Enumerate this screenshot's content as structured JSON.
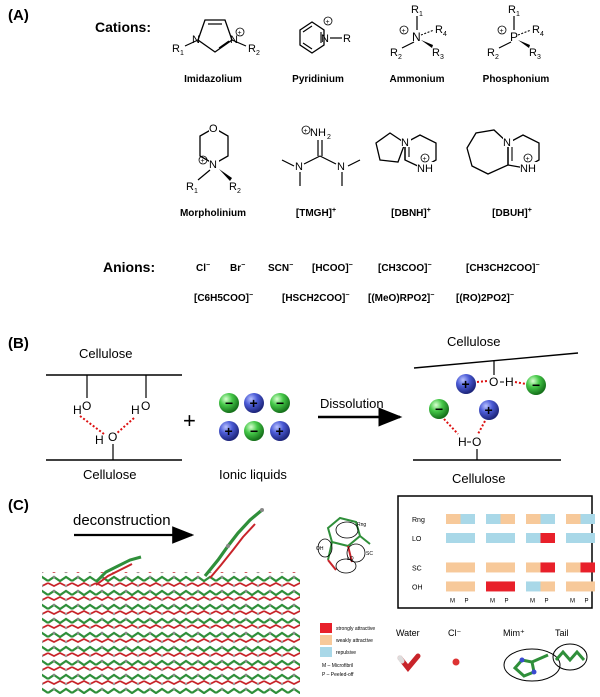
{
  "panel_a": {
    "label": "(A)",
    "cations_heading": "Cations:",
    "cations": [
      {
        "name": "Imidazolium",
        "atoms": {
          "r1": "R",
          "r1s": "1",
          "n1": "N",
          "n3": "N",
          "plus": "+",
          "r2": "R",
          "r2s": "2"
        }
      },
      {
        "name": "Pyridinium",
        "atoms": {
          "n": "N",
          "plus": "+",
          "r": "R"
        }
      },
      {
        "name": "Ammonium",
        "atoms": {
          "n": "N",
          "plus": "+",
          "r1": "R",
          "r1s": "1",
          "r2": "R",
          "r2s": "2",
          "r3": "R",
          "r3s": "3",
          "r4": "R",
          "r4s": "4"
        }
      },
      {
        "name": "Phosphonium",
        "atoms": {
          "p": "P",
          "plus": "+",
          "r1": "R",
          "r1s": "1",
          "r2": "R",
          "r2s": "2",
          "r3": "R",
          "r3s": "3",
          "r4": "R",
          "r4s": "4"
        }
      },
      {
        "name": "Morpholinium",
        "atoms": {
          "o": "O",
          "n": "N",
          "plus": "+",
          "r1": "R",
          "r1s": "1",
          "r2": "R",
          "r2s": "2"
        }
      },
      {
        "name": "[TMGH]",
        "sup": "+",
        "atoms": {
          "nh2": "NH",
          "nh2s": "2",
          "plus": "+",
          "n1": "N",
          "n2": "N"
        }
      },
      {
        "name": "[DBNH]",
        "sup": "+",
        "atoms": {
          "n": "N",
          "nh": "NH",
          "plus": "+"
        }
      },
      {
        "name": "[DBUH]",
        "sup": "+",
        "atoms": {
          "n": "N",
          "nh": "NH",
          "plus": "+"
        }
      }
    ],
    "anions_heading": "Anions:",
    "anions_row1": [
      "Cl",
      "Br",
      "SCN",
      "[HCOO]",
      "[CH3COO]",
      "[CH3CH2COO]"
    ],
    "anions_row2": [
      "[C6H5COO]",
      "[HSCH2COO]",
      "[(MeO)RPO2]",
      "[(RO)2PO2]"
    ],
    "anion_sup": "−"
  },
  "panel_b": {
    "label": "(B)",
    "cellulose_top": "Cellulose",
    "cellulose_bottom": "Cellulose",
    "cellulose_right_top": "Cellulose",
    "cellulose_right_bottom": "Cellulose",
    "ionic_liquids": "Ionic liquids",
    "dissolution": "Dissolution",
    "plus": "+",
    "atom_h": "H",
    "atom_o": "O",
    "ion_plus": "+",
    "ion_minus": "−",
    "colors": {
      "cation": "#4455cc",
      "anion": "#3fbf3f",
      "hbond": "#dd1111"
    }
  },
  "panel_c": {
    "label": "(C)",
    "deconstruction": "deconstruction",
    "matrix": {
      "rows": [
        "Rng",
        "LO",
        "SC",
        "OH"
      ],
      "columns": [
        "Water",
        "Cl⁻",
        "Mim⁺",
        "Tail"
      ],
      "sub_columns": [
        "M",
        "P"
      ],
      "cells": [
        [
          "weak",
          "repulsive",
          "repulsive",
          "weak",
          "weak",
          "repulsive",
          "weak",
          "repulsive"
        ],
        [
          "repulsive",
          "repulsive",
          "repulsive",
          "repulsive",
          "repulsive",
          "strong",
          "repulsive",
          "repulsive"
        ],
        [
          "weak",
          "weak",
          "weak",
          "weak",
          "weak",
          "strong",
          "weak",
          "strong"
        ],
        [
          "weak",
          "weak",
          "strong",
          "strong",
          "repulsive",
          "weak",
          "weak",
          "weak"
        ]
      ]
    },
    "legend": [
      {
        "key": "strong",
        "label": "strongly attractive",
        "color": "#e8202a"
      },
      {
        "key": "weak",
        "label": "weakly attractive",
        "color": "#f7c99a"
      },
      {
        "key": "repulsive",
        "label": "repulsive",
        "color": "#a9d8e8"
      }
    ],
    "legend_notes": [
      "M – Microfibril",
      "P – Peeled-off"
    ],
    "molecule_labels": [
      "Rng",
      "SC",
      "LO",
      "OH"
    ]
  }
}
